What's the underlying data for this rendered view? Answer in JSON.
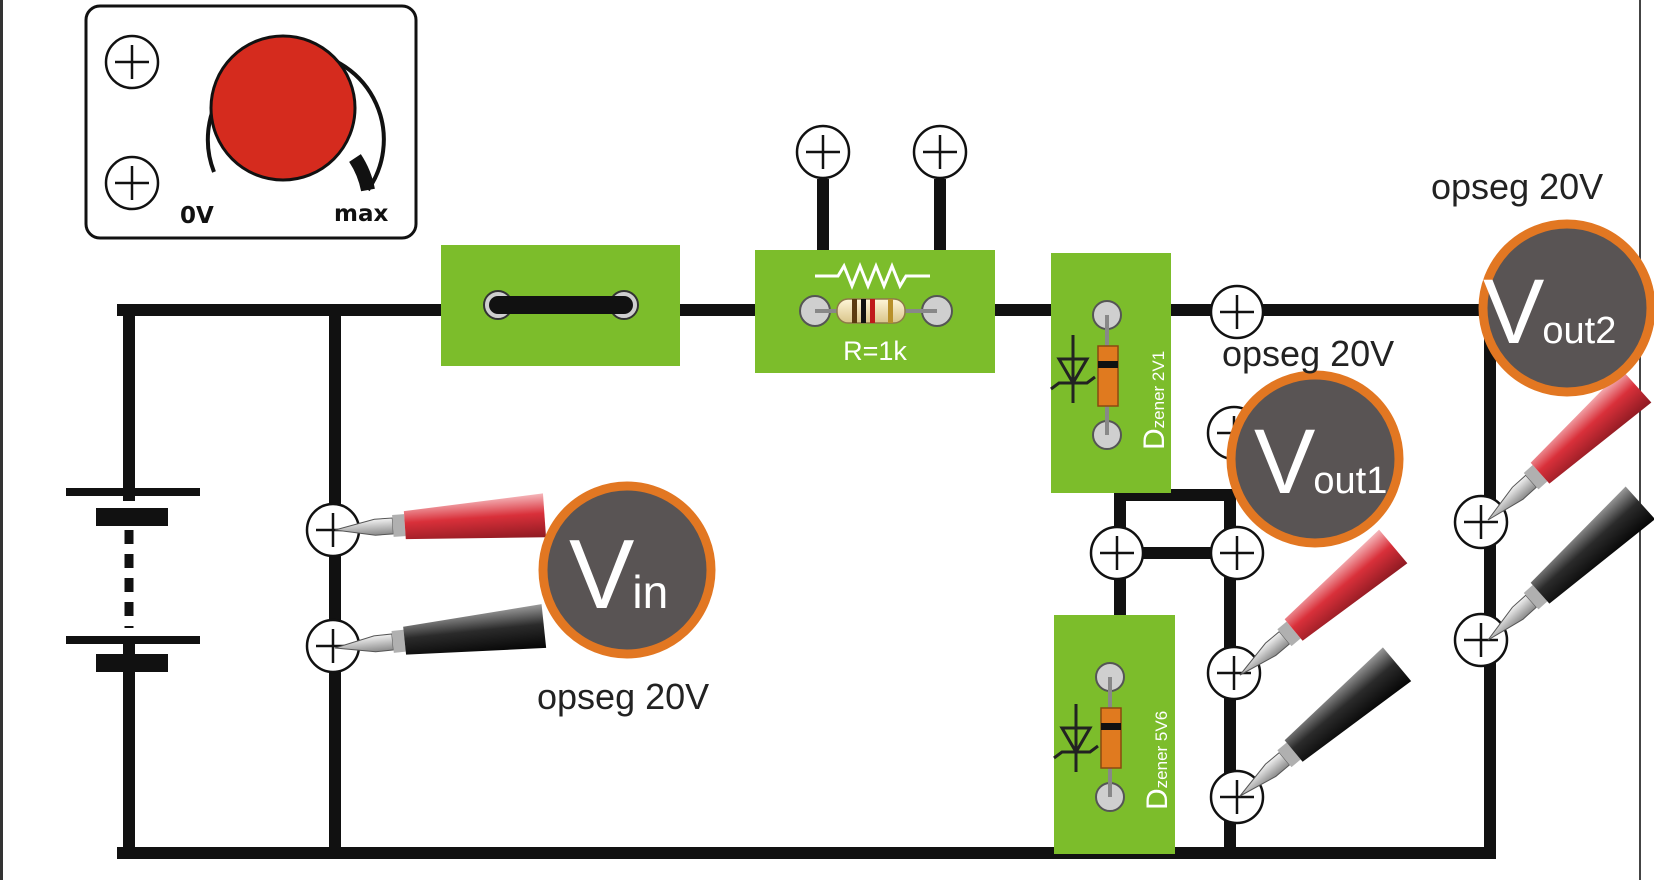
{
  "power_supply": {
    "min_label": "0V",
    "max_label": "max",
    "knob_color": "#d52b1e",
    "arc_color": "#111111"
  },
  "components": {
    "resistor_label": "R=1k",
    "zener1": {
      "prefix": "D",
      "sub": "zener 2V1"
    },
    "zener2": {
      "prefix": "D",
      "sub": "zener 5V6"
    },
    "board_color": "#7cbd2b"
  },
  "meters": {
    "vin": {
      "letter": "V",
      "sub": "in",
      "range": "opseg 20V"
    },
    "vout1": {
      "letter": "V",
      "sub": "out1",
      "range": "opseg 20V"
    },
    "vout2": {
      "letter": "V",
      "sub": "out2",
      "range": "opseg 20V"
    },
    "face_color": "#595454",
    "ring_color": "#e27722"
  },
  "probe_colors": {
    "red": "#d9303a",
    "black": "#2b2b2b"
  }
}
